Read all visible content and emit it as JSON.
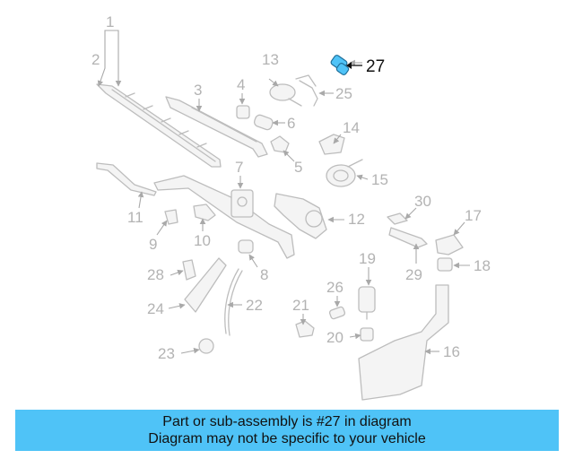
{
  "callouts": {
    "c1": "1",
    "c2": "2",
    "c3": "3",
    "c4": "4",
    "c5": "5",
    "c6": "6",
    "c7": "7",
    "c8": "8",
    "c9": "9",
    "c10": "10",
    "c11": "11",
    "c12": "12",
    "c13": "13",
    "c14": "14",
    "c15": "15",
    "c16": "16",
    "c17": "17",
    "c18": "18",
    "c19": "19",
    "c20": "20",
    "c21": "21",
    "c22": "22",
    "c23": "23",
    "c24": "24",
    "c25": "25",
    "c26": "26",
    "c27": "27",
    "c28": "28",
    "c29": "29",
    "c30": "30"
  },
  "highlight_part": "27",
  "colors": {
    "banner_bg": "#4fc3f7",
    "highlight_part": "#4fc3f7",
    "line_art": "#bdbdbd",
    "label_gray": "#b3b3b3"
  },
  "banner": {
    "line1": "Part or sub-assembly is #27 in diagram",
    "line2": "Diagram may not be specific to your vehicle"
  }
}
